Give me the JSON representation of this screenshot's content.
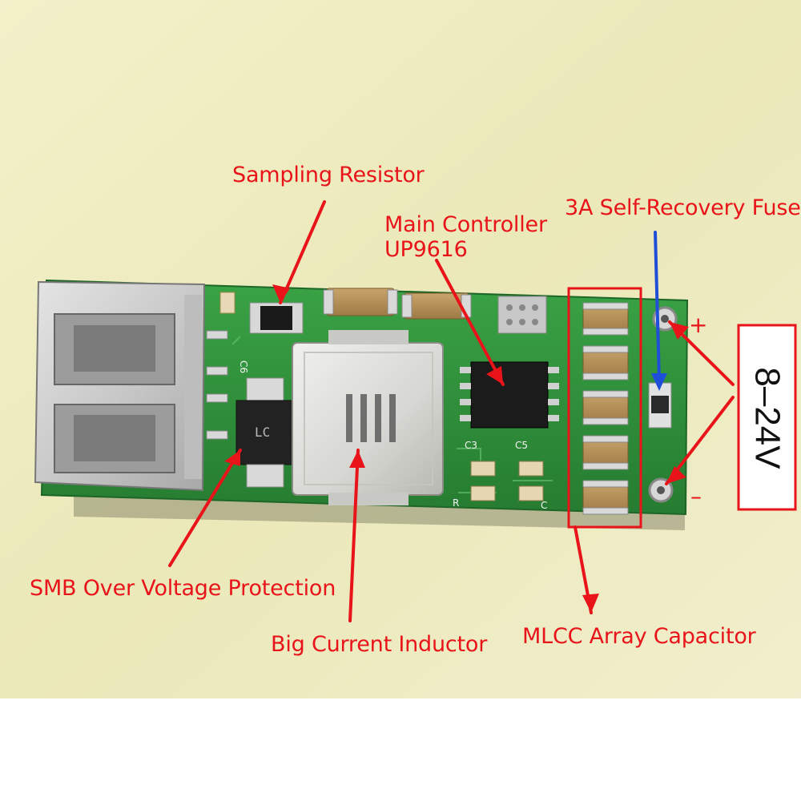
{
  "labels": {
    "sampling_resistor": "Sampling Resistor",
    "main_controller_line1": "Main Controller",
    "main_controller_line2": "UP9616",
    "fuse": "3A Self-Recovery Fuse",
    "smb_protection": "SMB Over Voltage Protection",
    "inductor": "Big Current Inductor",
    "mlcc": "MLCC Array Capacitor",
    "voltage": "8–24V",
    "plus": "+",
    "minus": "–"
  },
  "colors": {
    "annotation": "#e8141a",
    "fuse_arrow": "#1f4fd8",
    "pcb": "#2f8f3a",
    "background": "#ffffff",
    "backdrop": "#e9e6b8"
  },
  "icons": {
    "usb": "usb-port-icon",
    "chip": "chip-icon",
    "inductor": "inductor-icon"
  }
}
